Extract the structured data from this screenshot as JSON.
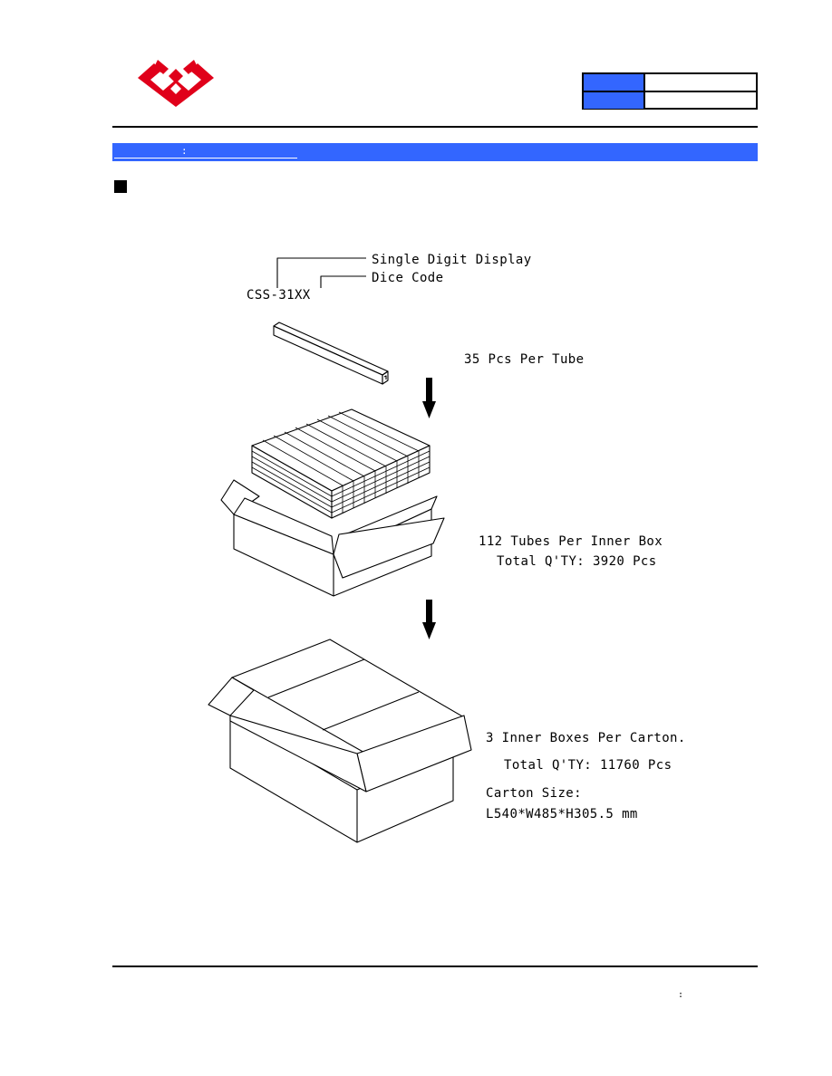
{
  "header": {
    "logo_icon": "company-logo-icon",
    "logo_color": "#e0001a",
    "accent": "#3366ff",
    "table_rows": [
      {
        "key": "",
        "value": ""
      },
      {
        "key": "",
        "value": ""
      }
    ]
  },
  "section": {
    "colon": ":"
  },
  "diagram": {
    "part_number": "CSS-31XX",
    "single_digit_label": "Single Digit Display",
    "dice_code_label": "Dice Code",
    "tube_note": "35 Pcs Per Tube",
    "inner_box_note": "112 Tubes Per Inner Box",
    "inner_box_total": "Total Q'TY: 3920 Pcs",
    "carton_note": "3 Inner Boxes Per Carton.",
    "carton_total": "Total Q'TY: 11760 Pcs",
    "carton_size_label": "Carton Size:",
    "carton_size_value": "L540*W485*H305.5 mm"
  },
  "footer": {
    "colon": ":"
  }
}
